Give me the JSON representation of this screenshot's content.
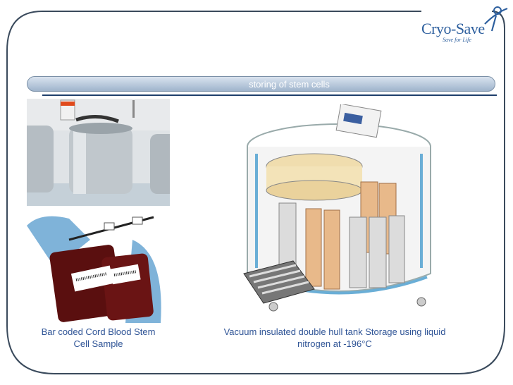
{
  "slide": {
    "title": "storing of stem cells",
    "logo": {
      "name": "Cryo-Save",
      "tagline": "Save for Life"
    },
    "captions": {
      "left_line1": "Bar coded Cord Blood Stem",
      "left_line2": "Cell Sample",
      "right_line1": "Vacuum insulated double hull tank Storage using liquid",
      "right_line2": "nitrogen at -196°C"
    }
  },
  "colors": {
    "accent": "#2f5496",
    "frame": "#3a4a5c",
    "title_bar": "#9fb4cc"
  }
}
